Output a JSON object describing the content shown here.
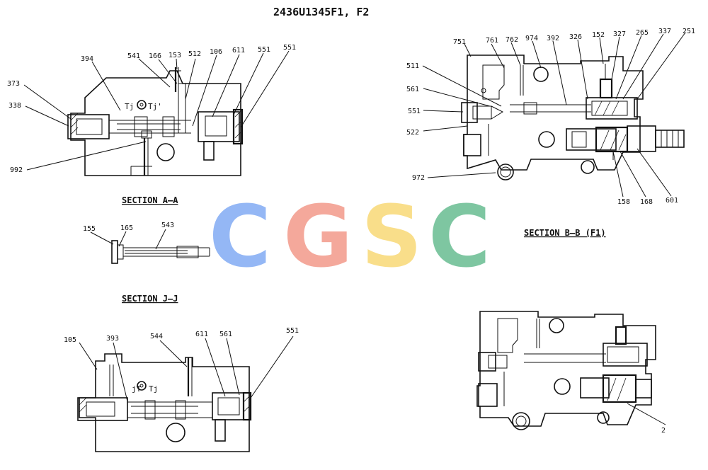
{
  "title": "2436U1345F1, F2",
  "sections": {
    "aa": "SECTION  A—A",
    "jj": "SECTION  J—J",
    "bb": "SECTION  B—B  (F1)"
  },
  "watermark": {
    "letters": [
      "C",
      "G",
      "S",
      "C"
    ],
    "colors": [
      "#8fb4f5",
      "#f4a496",
      "#f9dd84",
      "#78c49d"
    ]
  },
  "inline_markers": [
    "Tj",
    "Tj'",
    "jT",
    "Tj"
  ],
  "part_labels": {
    "aa": [
      "373",
      "338",
      "394",
      "541",
      "166",
      "153",
      "512",
      "106",
      "611",
      "551",
      "551",
      "992"
    ],
    "jj": [
      "155",
      "165",
      "543"
    ],
    "lower_left": [
      "105",
      "393",
      "544",
      "611",
      "561",
      "551"
    ],
    "bb": [
      "751",
      "761",
      "762",
      "974",
      "392",
      "326",
      "152",
      "327",
      "265",
      "337",
      "251",
      "511",
      "561",
      "551",
      "522",
      "972",
      "158",
      "168",
      "601"
    ],
    "lower_right": [
      "2"
    ]
  }
}
